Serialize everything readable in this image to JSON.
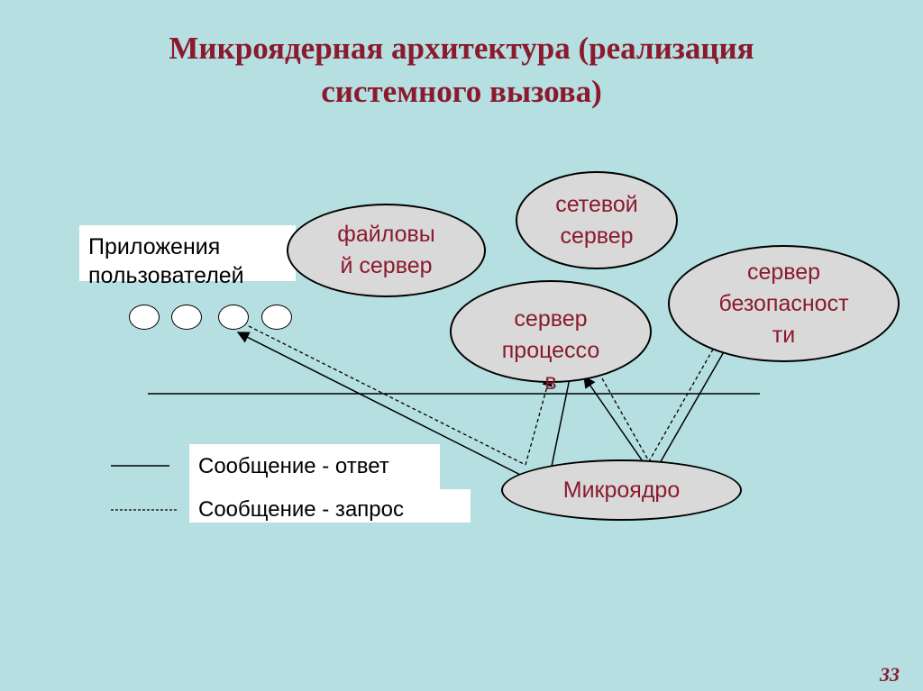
{
  "slide": {
    "title_line1": "Микроядерная архитектура (реализация",
    "title_line2": "системного вызова)",
    "page_number": "33"
  },
  "nodes": {
    "file_server": [
      "файловы",
      "й сервер"
    ],
    "network_server": [
      "сетевой",
      "сервер"
    ],
    "process_server": [
      "сервер",
      "процессо",
      "в"
    ],
    "security_server": [
      "сервер",
      "безопасност",
      "ти"
    ],
    "microkernel": [
      "Микроядро"
    ]
  },
  "apps": {
    "label_line1": "Приложения",
    "label_line2": "пользователей",
    "count": 4
  },
  "legend": {
    "reply": "Сообщение - ответ",
    "request": "Сообщение - запрос"
  },
  "colors": {
    "background": "#b5dfe0",
    "accent": "#8b1a2e",
    "node_fill": "#d9d9d9"
  }
}
